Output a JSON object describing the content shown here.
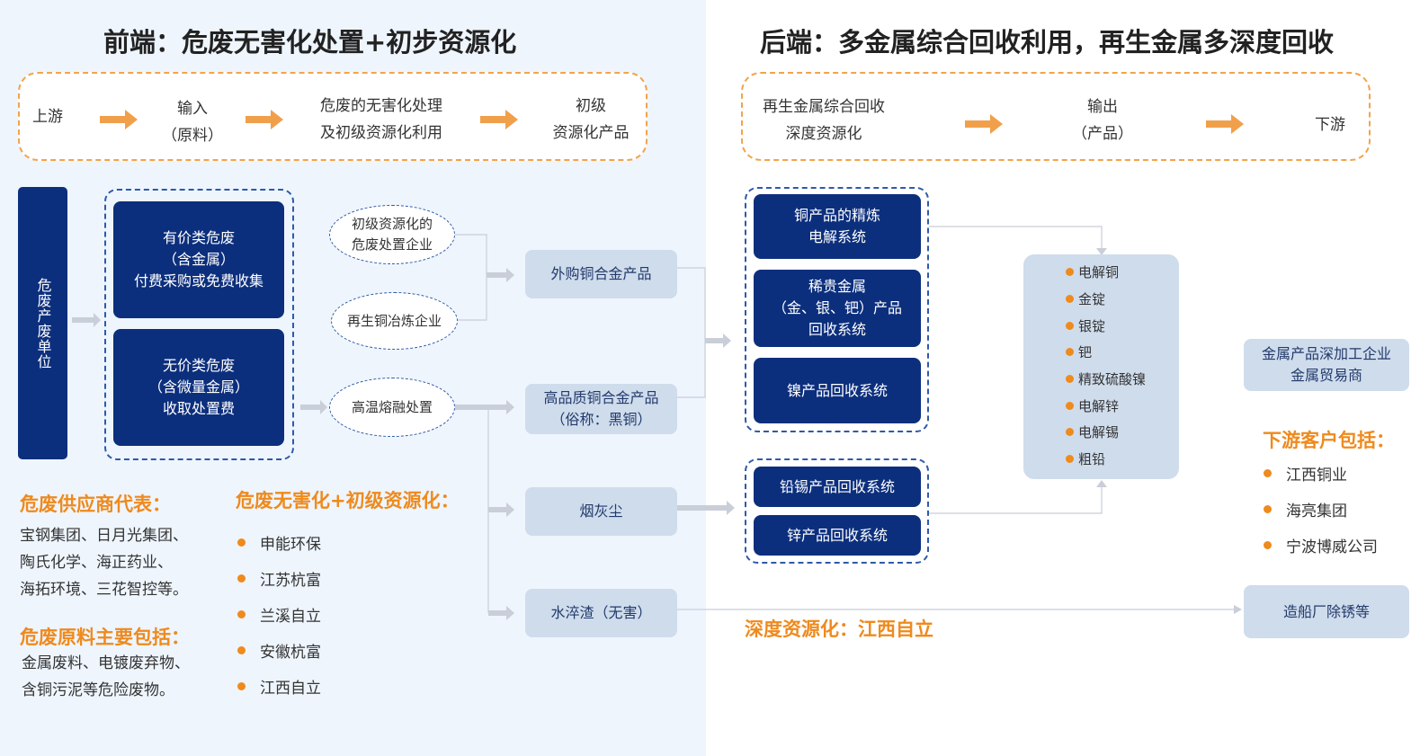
{
  "left_title": "前端：危废无害化处置+初步资源化",
  "right_title": "后端：多金属综合回收利用，再生金属多深度回收",
  "front_flow": {
    "upstream": "上游",
    "input_line1": "输入",
    "input_line2": "（原料）",
    "process_line1": "危废的无害化处理",
    "process_line2": "及初级资源化利用",
    "product_line1": "初级",
    "product_line2": "资源化产品"
  },
  "back_flow": {
    "recovery_line1": "再生金属综合回收",
    "recovery_line2": "深度资源化",
    "output_line1": "输出",
    "output_line2": "（产品）",
    "downstream": "下游"
  },
  "source_unit": "危废产废单位",
  "waste_paid": "有价类危废\n（含金属）\n付费采购或免费收集",
  "waste_free": "无价类危废\n（含微量金属）\n收取处置费",
  "nodes": {
    "primary_enterprise": "初级资源化的\n危废处置企业",
    "copper_smelter": "再生铜冶炼企业",
    "high_temp": "高温熔融处置",
    "purchased_copper": "外购铜合金产品",
    "black_copper": "高品质铜合金产品\n（俗称：黑铜）",
    "soot": "烟灰尘",
    "water_slag": "水淬渣（无害）"
  },
  "systems": {
    "copper_refining": "铜产品的精炼\n电解系统",
    "precious": "稀贵金属\n（金、银、钯）产品\n回收系统",
    "nickel": "镍产品回收系统",
    "lead_tin": "铅锡产品回收系统",
    "zinc": "锌产品回收系统"
  },
  "metal_products": [
    "电解铜",
    "金锭",
    "银锭",
    "钯",
    "精致硫酸镍",
    "电解锌",
    "电解锡",
    "粗铅"
  ],
  "downstream_enterprise": "金属产品深加工企业\n金属贸易商",
  "downstream_clients_title": "下游客户包括：",
  "downstream_clients": [
    "江西铜业",
    "海亮集团",
    "宁波博威公司"
  ],
  "shipyard": "造船厂除锈等",
  "deep_resource_label": "深度资源化：江西自立",
  "supplier": {
    "title": "危废供应商代表：",
    "lines": [
      "宝钢集团、日月光集团、",
      "陶氏化学、海正药业、",
      "海拓环境、三花智控等。"
    ]
  },
  "raw_material": {
    "title": "危废原料主要包括：",
    "lines": [
      "金属废料、电镀废弃物、",
      "含铜污泥等危险废物。"
    ]
  },
  "harmless": {
    "title": "危废无害化+初级资源化：",
    "items": [
      "申能环保",
      "江苏杭富",
      "兰溪自立",
      "安徽杭富",
      "江西自立"
    ]
  },
  "colors": {
    "dark_blue": "#0c2f7d",
    "light_blue": "#cfdcec",
    "orange": "#ef8a1d",
    "left_bg": "#eef5fd"
  }
}
